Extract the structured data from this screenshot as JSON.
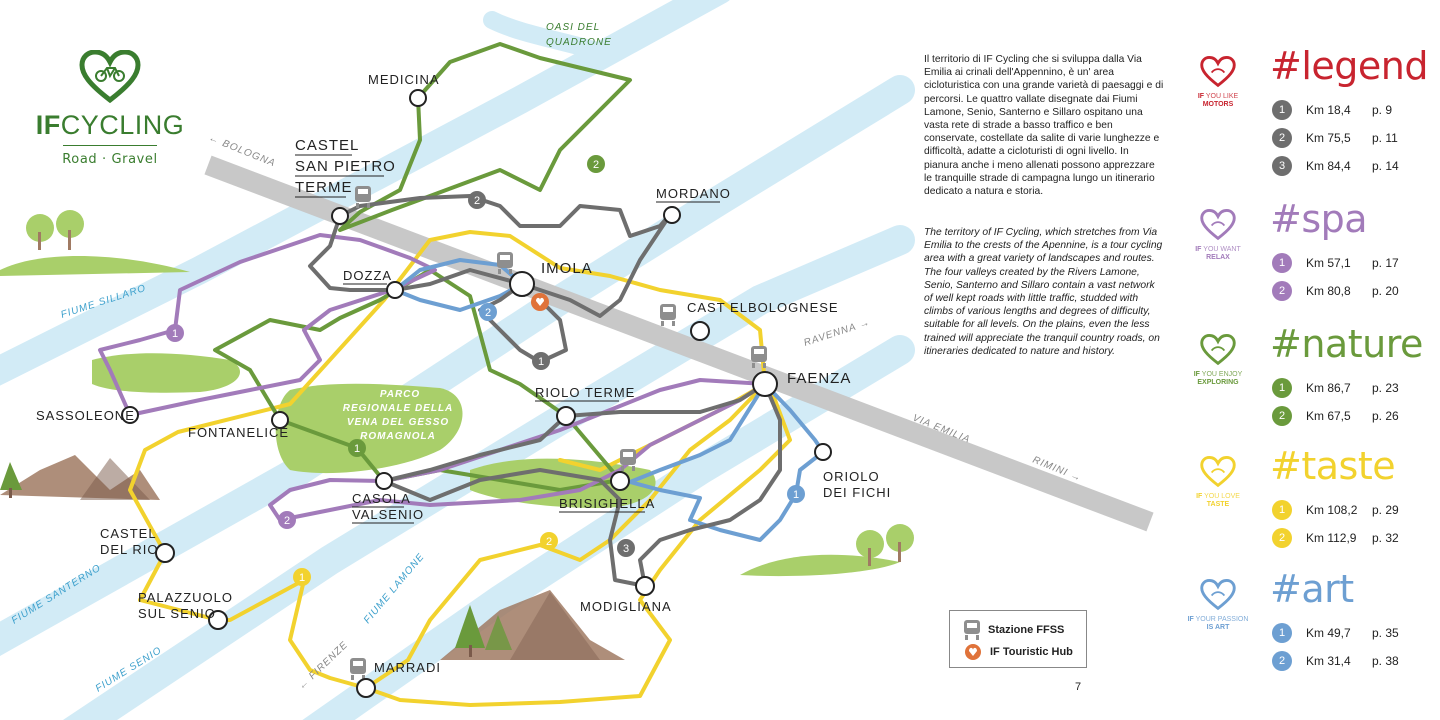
{
  "brand": {
    "name_bold": "IF",
    "name_rest": "CYCLING",
    "subtitle": "Road · Gravel"
  },
  "colors": {
    "river": "#d2ebf6",
    "road": "#c8c8c8",
    "park": "#a9cf6a",
    "motors": "#c8242f",
    "spa": "#a27bba",
    "nature": "#6a9a3c",
    "taste": "#f2d22e",
    "art": "#6d9fd2",
    "route_dark": "#6e6e6e",
    "hub": "#e0733a"
  },
  "places": {
    "medicina": "Medicina",
    "castel_san_pietro": [
      "Castel",
      "San Pietro",
      "Terme"
    ],
    "dozza": "Dozza",
    "imola": "Imola",
    "mordano": "Mordano",
    "cast_elbolognese": "Cast elbolognese",
    "sassoleone": "Sassoleone",
    "fontanelice": "Fontanelice",
    "riolo_terme": "Riolo Terme",
    "faenza": "Faenza",
    "oriolo": [
      "Oriolo",
      "dei Fichi"
    ],
    "casola": [
      "Casola",
      "Valsenio"
    ],
    "brisighella": "Brisighella",
    "castel_del_rio": [
      "Castel",
      "Del Rio"
    ],
    "palazzuolo": [
      "Palazzuolo",
      "Sul Senio"
    ],
    "modigliana": "Modigliana",
    "marradi": "Marradi"
  },
  "map_labels": {
    "oasi": [
      "Oasi del",
      "Quadrone"
    ],
    "bologna": "← Bologna",
    "ravenna": "Ravenna →",
    "via_emilia": "Via Emilia",
    "rimini": "Rimini →",
    "firenze": "← Firenze",
    "fiume_sillaro": "Fiume Sillaro",
    "fiume_santerno": "Fiume Santerno",
    "fiume_senio": "Fiume Senio",
    "fiume_lamone": "Fiume Lamone",
    "parco": [
      "Parco",
      "Regionale della",
      "Vena del Gesso",
      "Romagnola"
    ]
  },
  "route_badges": {
    "motors": [
      "1",
      "2",
      "3"
    ],
    "spa": [
      "1",
      "2"
    ],
    "nature": [
      "1",
      "2"
    ],
    "taste": [
      "1",
      "2"
    ],
    "art": [
      "1",
      "2"
    ]
  },
  "intro": {
    "it": "Il territorio di IF Cycling che si sviluppa dalla Via Emilia ai crinali dell'Appennino, è un' area cicloturistica con una grande varietà di paesaggi e di percorsi. Le quattro vallate disegnate dai Fiumi Lamone, Senio, Santerno e Sillaro ospitano una vasta rete di strade a basso traffico e ben conservate, costellate da salite di varie lunghezze e difficoltà, adatte a cicloturisti di ogni livello. In pianura anche i meno allenati possono apprezzare le tranquille strade di campagna lungo un itinerario dedicato a natura e storia.",
    "en": "The territory of IF Cycling, which stretches from Via Emilia to the crests of the Apennine, is a tour cycling area with a great variety of landscapes and routes. The four valleys created by the Rivers Lamone, Senio, Santerno and Sillaro contain a vast network of well kept roads with little traffic, studded with climbs of various lengths and degrees of difficulty, suitable for all levels. On the plains, even the less trained will appreciate the tranquil country roads, on itineraries dedicated to nature and history."
  },
  "map_key": {
    "station": "Stazione FFSS",
    "hub": "IF Touristic Hub"
  },
  "page_number": "7",
  "categories": [
    {
      "id": "motors",
      "tag": "#legend",
      "icon": "heart-motors-icon",
      "lead": "IF",
      "caption": [
        "YOU LIKE",
        "MOTORS"
      ],
      "routes": [
        {
          "n": "1",
          "km": "Km 18,4",
          "page": "p. 9"
        },
        {
          "n": "2",
          "km": "Km 75,5",
          "page": "p. 11"
        },
        {
          "n": "3",
          "km": "Km 84,4",
          "page": "p. 14"
        }
      ]
    },
    {
      "id": "spa",
      "tag": "#spa",
      "icon": "heart-spa-icon",
      "lead": "IF",
      "caption": [
        "YOU WANT",
        "RELAX"
      ],
      "routes": [
        {
          "n": "1",
          "km": "Km 57,1",
          "page": "p. 17"
        },
        {
          "n": "2",
          "km": "Km 80,8",
          "page": "p. 20"
        }
      ]
    },
    {
      "id": "nature",
      "tag": "#nature",
      "icon": "heart-bike-icon",
      "lead": "IF",
      "caption": [
        "YOU ENJOY",
        "EXPLORING"
      ],
      "routes": [
        {
          "n": "1",
          "km": "Km 86,7",
          "page": "p. 23"
        },
        {
          "n": "2",
          "km": "Km 67,5",
          "page": "p. 26"
        }
      ]
    },
    {
      "id": "taste",
      "tag": "#taste",
      "icon": "heart-taste-icon",
      "lead": "IF",
      "caption": [
        "YOU LOVE",
        "TASTE"
      ],
      "routes": [
        {
          "n": "1",
          "km": "Km 108,2",
          "page": "p. 29"
        },
        {
          "n": "2",
          "km": "Km 112,9",
          "page": "p. 32"
        }
      ]
    },
    {
      "id": "art",
      "tag": "#art",
      "icon": "heart-art-icon",
      "lead": "IF",
      "caption": [
        "YOUR PASSION",
        "IS ART"
      ],
      "routes": [
        {
          "n": "1",
          "km": "Km 49,7",
          "page": "p. 35"
        },
        {
          "n": "2",
          "km": "Km 31,4",
          "page": "p. 38"
        }
      ]
    }
  ]
}
